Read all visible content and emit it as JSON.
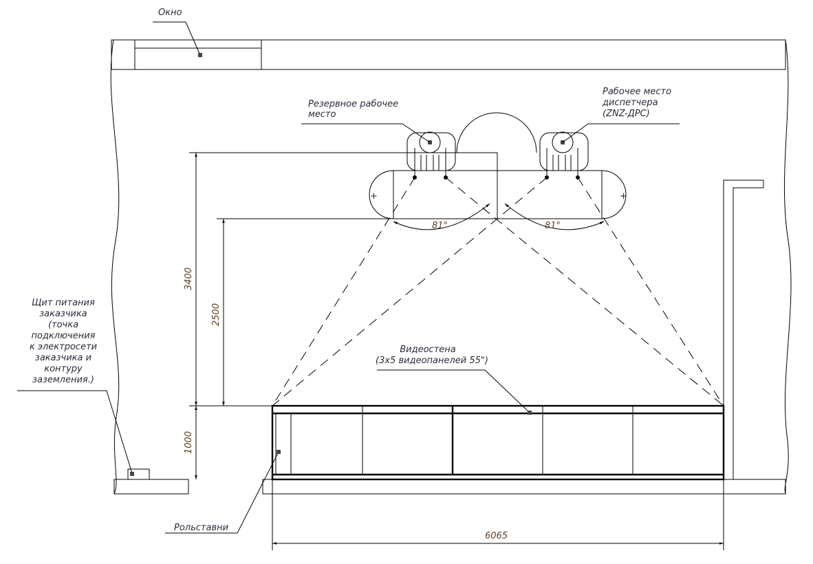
{
  "labels": {
    "window": "Окно",
    "reserve_workplace": [
      "Резервное рабочее",
      "место"
    ],
    "dispatcher_workplace": [
      "Рабочее место",
      "диспетчера",
      "(ZNZ-ДРС)"
    ],
    "videowall": [
      "Видеостена",
      "(3x5 видеопанелей 55\")"
    ],
    "power_panel": [
      "Щит питания",
      "заказчика",
      "(точка",
      "подключения",
      "к электросети",
      "заказчика и",
      "контуру",
      "заземления.)"
    ],
    "shutters": "Рольставни"
  },
  "dimensions": {
    "total_depth": "3400",
    "viewing_distance": "2500",
    "wall_offset": "1000",
    "wall_width": "6065",
    "angle_left": "81°",
    "angle_right": "81°"
  },
  "colors": {
    "line": "#000000",
    "dimension_text": "#5a4020",
    "label_text": "#2a2a3a"
  }
}
